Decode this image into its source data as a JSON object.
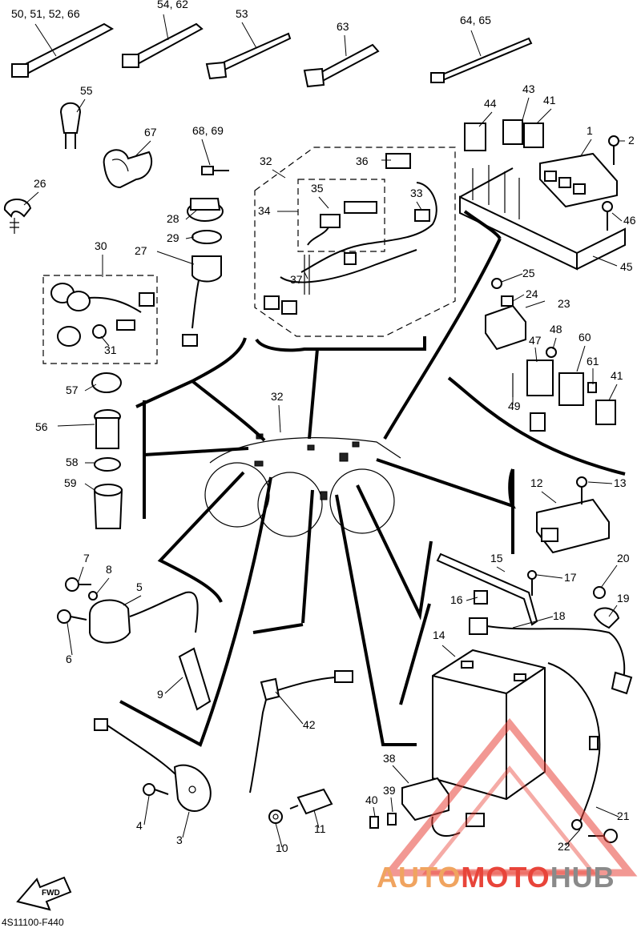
{
  "callouts": [
    {
      "id": "50-51-52-66",
      "text": "50, 51, 52, 66"
    },
    {
      "id": "54-62",
      "text": "54, 62"
    },
    {
      "id": "53",
      "text": "53"
    },
    {
      "id": "63",
      "text": "63"
    },
    {
      "id": "64-65",
      "text": "64, 65"
    },
    {
      "id": "55",
      "text": "55"
    },
    {
      "id": "67",
      "text": "67"
    },
    {
      "id": "68-69",
      "text": "68, 69"
    },
    {
      "id": "26",
      "text": "26"
    },
    {
      "id": "32-top",
      "text": "32"
    },
    {
      "id": "36",
      "text": "36"
    },
    {
      "id": "35",
      "text": "35"
    },
    {
      "id": "34",
      "text": "34"
    },
    {
      "id": "33",
      "text": "33"
    },
    {
      "id": "37",
      "text": "37"
    },
    {
      "id": "44",
      "text": "44"
    },
    {
      "id": "43",
      "text": "43"
    },
    {
      "id": "41-top",
      "text": "41"
    },
    {
      "id": "1",
      "text": "1"
    },
    {
      "id": "2",
      "text": "2"
    },
    {
      "id": "46",
      "text": "46"
    },
    {
      "id": "45",
      "text": "45"
    },
    {
      "id": "28",
      "text": "28"
    },
    {
      "id": "29",
      "text": "29"
    },
    {
      "id": "27",
      "text": "27"
    },
    {
      "id": "30",
      "text": "30"
    },
    {
      "id": "31",
      "text": "31"
    },
    {
      "id": "25",
      "text": "25"
    },
    {
      "id": "24",
      "text": "24"
    },
    {
      "id": "23",
      "text": "23"
    },
    {
      "id": "48",
      "text": "48"
    },
    {
      "id": "47",
      "text": "47"
    },
    {
      "id": "60",
      "text": "60"
    },
    {
      "id": "61",
      "text": "61"
    },
    {
      "id": "41-mid",
      "text": "41"
    },
    {
      "id": "49",
      "text": "49"
    },
    {
      "id": "57",
      "text": "57"
    },
    {
      "id": "56",
      "text": "56"
    },
    {
      "id": "58",
      "text": "58"
    },
    {
      "id": "59",
      "text": "59"
    },
    {
      "id": "32-mid",
      "text": "32"
    },
    {
      "id": "12",
      "text": "12"
    },
    {
      "id": "13",
      "text": "13"
    },
    {
      "id": "7",
      "text": "7"
    },
    {
      "id": "8",
      "text": "8"
    },
    {
      "id": "5",
      "text": "5"
    },
    {
      "id": "6",
      "text": "6"
    },
    {
      "id": "9",
      "text": "9"
    },
    {
      "id": "15",
      "text": "15"
    },
    {
      "id": "16",
      "text": "16"
    },
    {
      "id": "17",
      "text": "17"
    },
    {
      "id": "20",
      "text": "20"
    },
    {
      "id": "19",
      "text": "19"
    },
    {
      "id": "18",
      "text": "18"
    },
    {
      "id": "14",
      "text": "14"
    },
    {
      "id": "42",
      "text": "42"
    },
    {
      "id": "38",
      "text": "38"
    },
    {
      "id": "39",
      "text": "39"
    },
    {
      "id": "40",
      "text": "40"
    },
    {
      "id": "4",
      "text": "4"
    },
    {
      "id": "3",
      "text": "3"
    },
    {
      "id": "10",
      "text": "10"
    },
    {
      "id": "11",
      "text": "11"
    },
    {
      "id": "21",
      "text": "21"
    },
    {
      "id": "22",
      "text": "22"
    }
  ],
  "fwd_label": "FWD",
  "drawing_code": "4S11100-F440",
  "watermark": {
    "part1": "AUTO",
    "part2": "MOTO",
    "part3": "HUB"
  },
  "colors": {
    "line": "#000000",
    "watermark_orange": "#f0a460",
    "watermark_red": "#e8443a",
    "watermark_gray": "#8a8a8a"
  }
}
